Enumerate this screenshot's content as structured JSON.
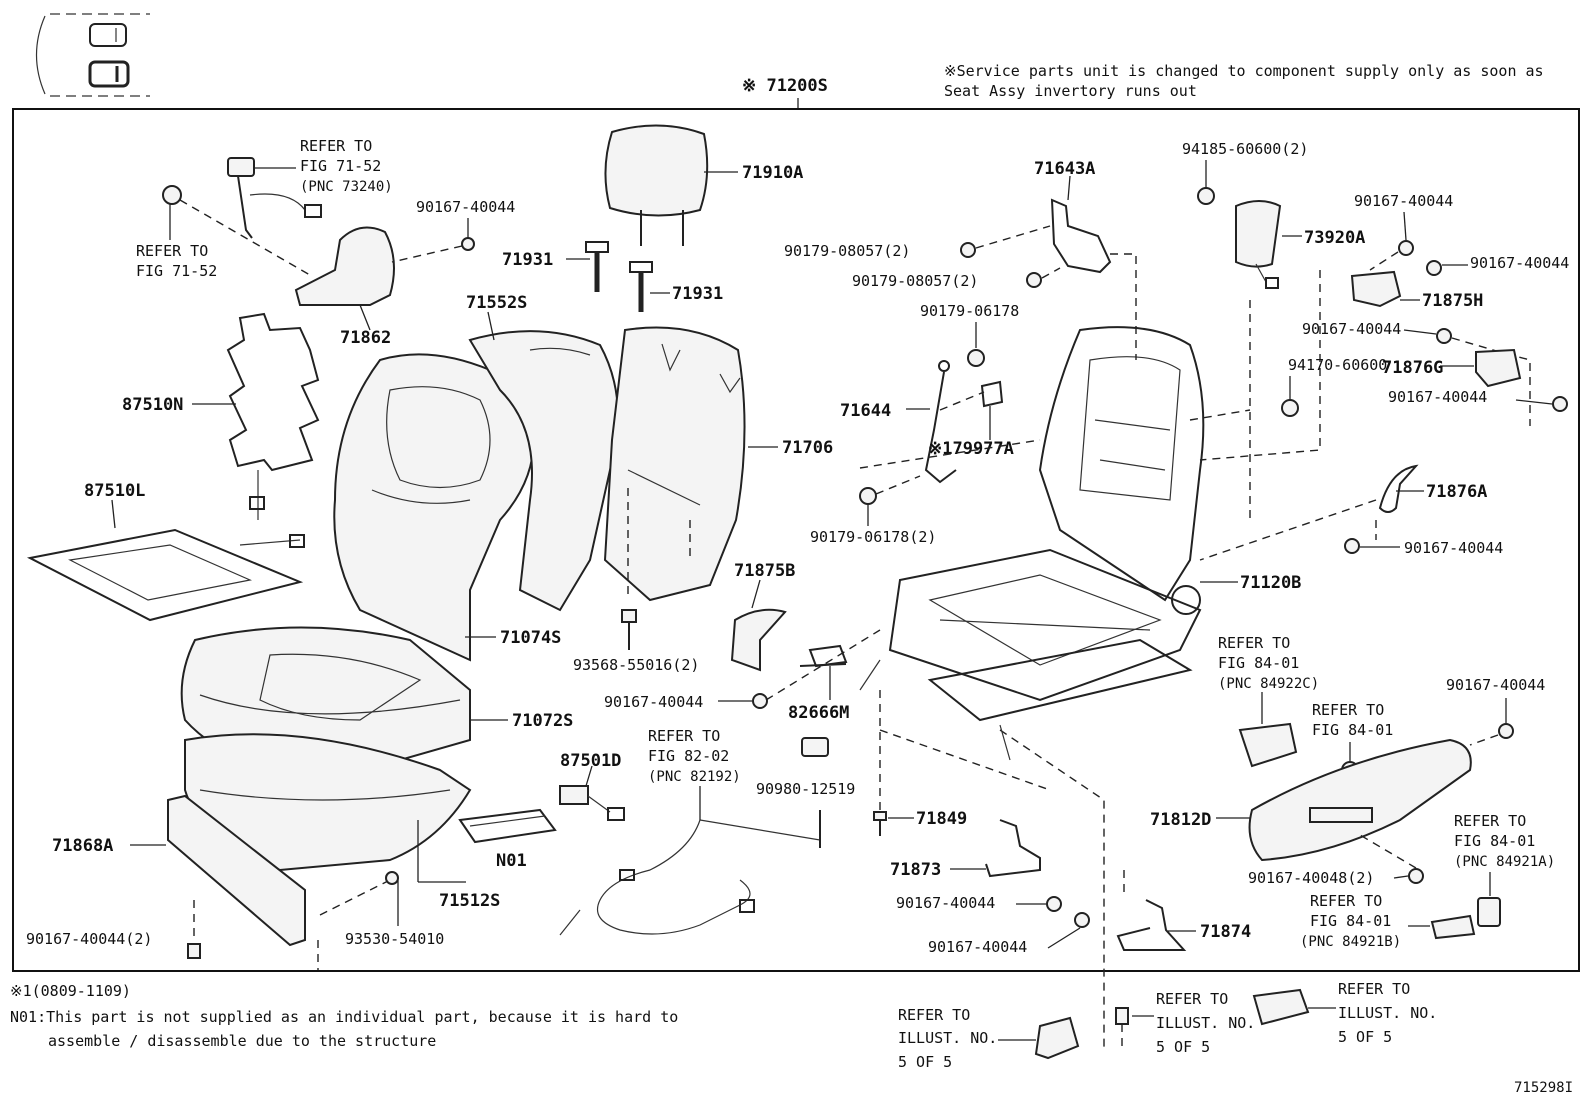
{
  "header": {
    "service_note_line1": "※Service parts unit is changed to component supply only as soon as",
    "service_note_line2": "Seat Assy invertory runs out",
    "assembly_code": "※ 71200S"
  },
  "footnotes": {
    "note1": "※1(0809-1109)",
    "note2_line1": "N01:This part is not supplied as an individual part, because it is hard to",
    "note2_line2": "assemble / disassemble due to the structure"
  },
  "diagram_id": "715298I",
  "callouts": {
    "c71910A": "71910A",
    "c71931a": "71931",
    "c71931b": "71931",
    "c71552S": "71552S",
    "c71706": "71706",
    "c71862": "71862",
    "c87510N": "87510N",
    "c87510L": "87510L",
    "c71074S": "71074S",
    "c71072S": "71072S",
    "c71868A": "71868A",
    "c71512S": "71512S",
    "cN01": "N01",
    "c87501D": "87501D",
    "c71875B": "71875B",
    "c82666M": "82666M",
    "c71849": "71849",
    "c71873": "71873",
    "c71874": "71874",
    "c71643A": "71643A",
    "c71644": "71644",
    "c179977A": "※179977A",
    "c71120B": "71120B",
    "c73920A": "73920A",
    "c71875H": "71875H",
    "c71876G": "71876G",
    "c71876A": "71876A",
    "c71812D": "71812D"
  },
  "part_numbers": {
    "p90167_40044_a": "90167-40044",
    "p90167_40044_b": "90167-40044",
    "p90167_40044_c": "90167-40044",
    "p90167_40044_d": "90167-40044",
    "p90167_40044_e": "90167-40044",
    "p90167_40044_f": "90167-40044",
    "p90167_40044_g": "90167-40044",
    "p90167_40044_h": "90167-40044",
    "p90167_40044_i": "90167-40044",
    "p90167_40044_j": "90167-40044",
    "p90167_40044_2": "90167-40044(2)",
    "p90167_40048_2": "90167-40048(2)",
    "p93530_54010": "93530-54010",
    "p93568_55016_2": "93568-55016(2)",
    "p90980_12519": "90980-12519",
    "p90179_08057_a": "90179-08057(2)",
    "p90179_08057_b": "90179-08057(2)",
    "p90179_06178": "90179-06178",
    "p90179_06178_2": "90179-06178(2)",
    "p94185_60600_2": "94185-60600(2)",
    "p94170_60600": "94170-60600"
  },
  "references": {
    "r_fig7152_top_1": "REFER TO",
    "r_fig7152_top_2": "FIG 71-52",
    "r_fig7152_top_3": "(PNC 73240)",
    "r_fig7152_left_1": "REFER TO",
    "r_fig7152_left_2": "FIG 71-52",
    "r_fig8202_1": "REFER TO",
    "r_fig8202_2": "FIG 82-02",
    "r_fig8202_3": "(PNC 82192)",
    "r_fig8401c_1": "REFER TO",
    "r_fig8401c_2": "FIG 84-01",
    "r_fig8401c_3": "(PNC 84922C)",
    "r_fig8401_mid_1": "REFER TO",
    "r_fig8401_mid_2": "FIG 84-01",
    "r_fig8401a_1": "REFER TO",
    "r_fig8401a_2": "FIG 84-01",
    "r_fig8401a_3": "(PNC 84921A)",
    "r_fig8401b_1": "REFER TO",
    "r_fig8401b_2": "FIG 84-01",
    "r_fig8401b_3": "(PNC 84921B)",
    "r_illust_a_1": "REFER TO",
    "r_illust_a_2": "ILLUST. NO.",
    "r_illust_a_3": "5 OF 5",
    "r_illust_b_1": "REFER TO",
    "r_illust_b_2": "ILLUST. NO.",
    "r_illust_b_3": "5 OF 5",
    "r_illust_c_1": "REFER TO",
    "r_illust_c_2": "ILLUST. NO.",
    "r_illust_c_3": "5 OF 5"
  }
}
